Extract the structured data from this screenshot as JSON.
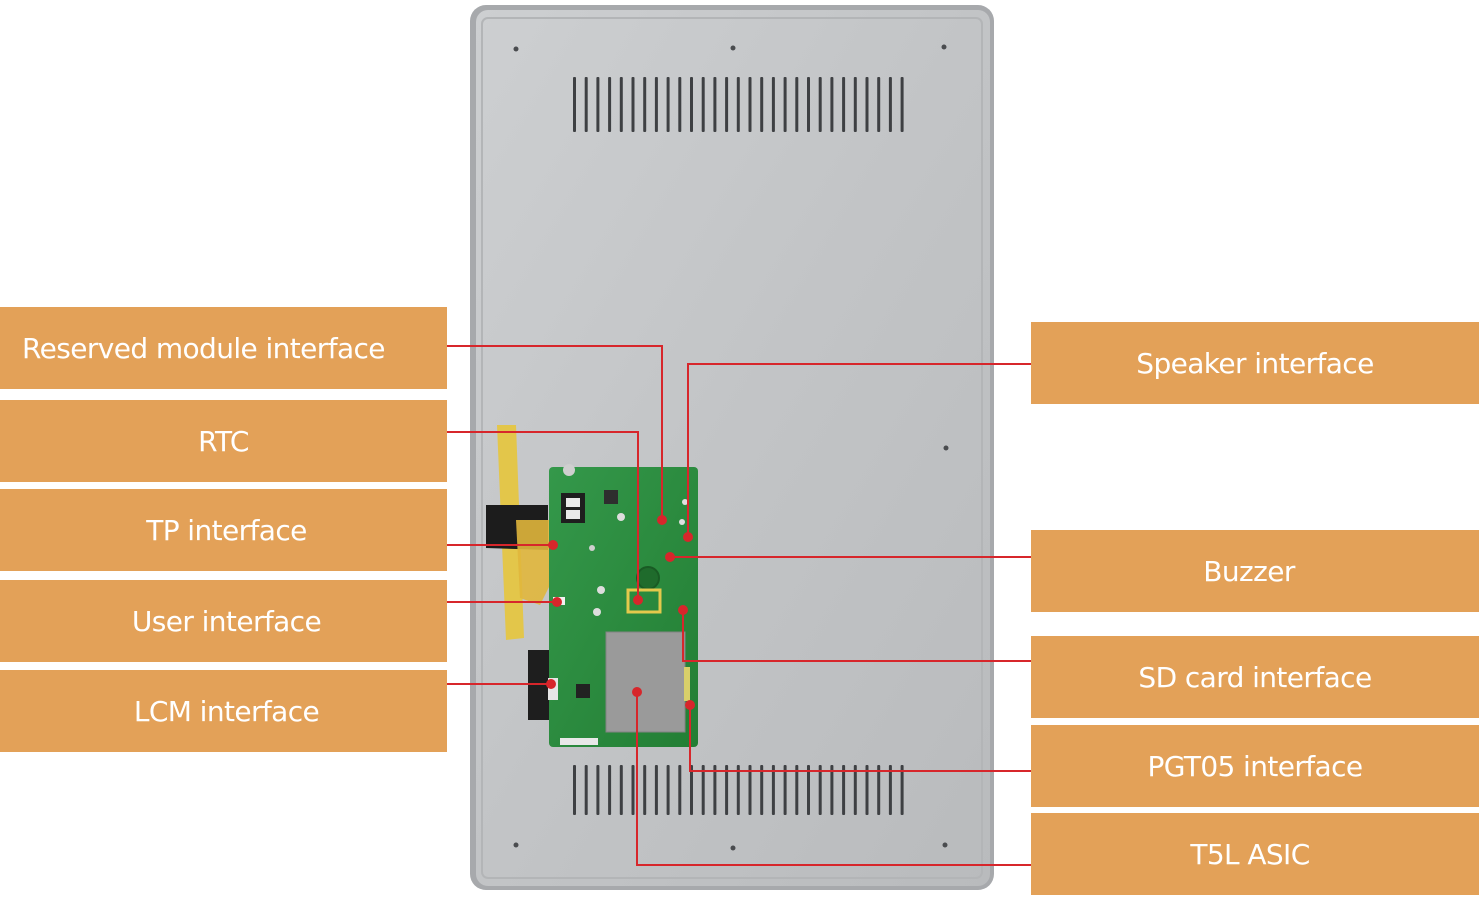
{
  "labels": {
    "reserved_module": "Reserved module interface",
    "rtc": "RTC",
    "tp": "TP interface",
    "user": "User interface",
    "lcm": "LCM interface",
    "speaker": "Speaker interface",
    "buzzer": "Buzzer",
    "sd_card": "SD card interface",
    "pgt05": "PGT05 interface",
    "t5l_asic": "T5L ASIC"
  },
  "colors": {
    "label_bg": "#E3A158",
    "label_text": "#FFFFFF",
    "callout_line": "#D7262B",
    "panel": "#C4C6C8",
    "pcb": "#2A8C3C",
    "pcb_shield": "#9A9A9A"
  }
}
